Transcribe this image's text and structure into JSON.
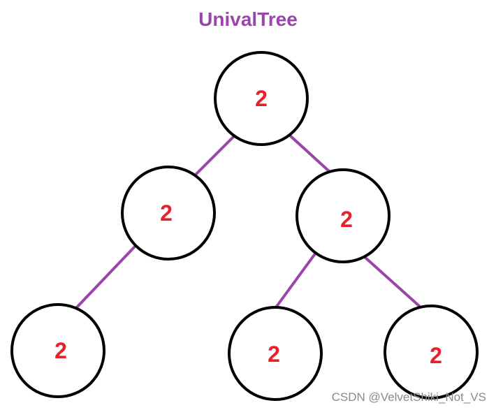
{
  "diagram": {
    "title": "UnivalTree",
    "title_color": "#9b45ab",
    "edge_color": "#9b45ab",
    "node_label_color": "#e8202a",
    "node_border_color": "#000000",
    "nodes": [
      {
        "id": "root",
        "label": "2"
      },
      {
        "id": "left",
        "label": "2"
      },
      {
        "id": "right",
        "label": "2"
      },
      {
        "id": "left-left",
        "label": "2"
      },
      {
        "id": "right-left",
        "label": "2"
      },
      {
        "id": "right-right",
        "label": "2"
      }
    ],
    "edges": [
      {
        "from": "root",
        "to": "left"
      },
      {
        "from": "root",
        "to": "right"
      },
      {
        "from": "left",
        "to": "left-left"
      },
      {
        "from": "right",
        "to": "right-left"
      },
      {
        "from": "right",
        "to": "right-right"
      }
    ]
  },
  "watermark": "CSDN @VelvetShiki_Not_VS"
}
